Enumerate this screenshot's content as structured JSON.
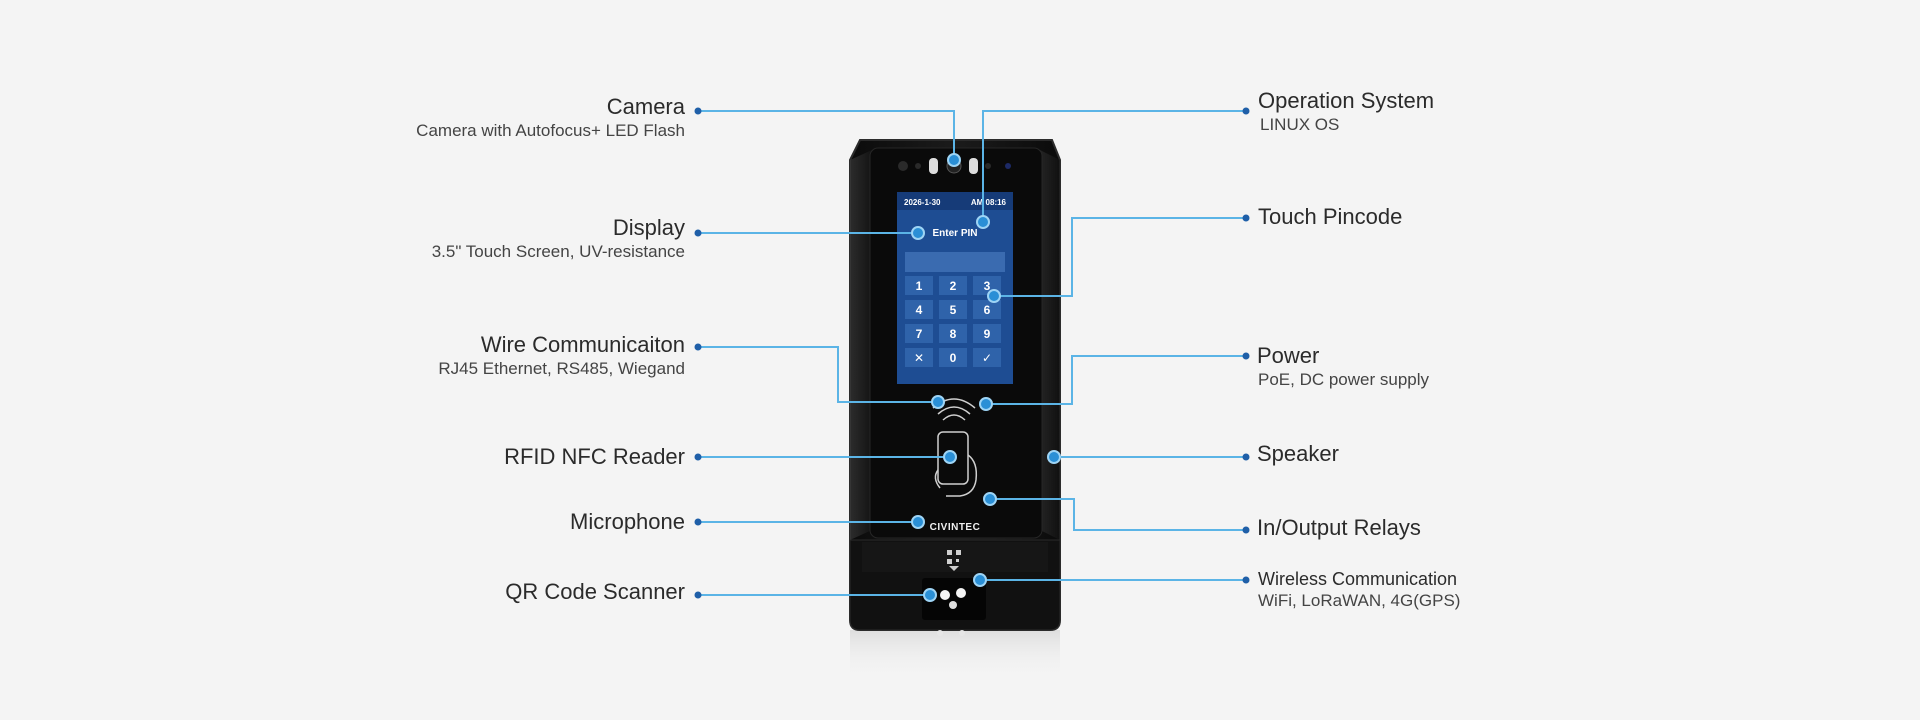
{
  "colors": {
    "line": "#5bb4e6",
    "dot": "#1f5fa8",
    "device": "#141414",
    "screen": "#1e4d93"
  },
  "screen": {
    "date": "2026-1-30",
    "time": "AM 08:16",
    "prompt": "Enter PIN",
    "keys": [
      "1",
      "2",
      "3",
      "4",
      "5",
      "6",
      "7",
      "8",
      "9",
      "✕",
      "0",
      "✓"
    ]
  },
  "brand": "CIVINTEC",
  "callouts": {
    "camera": {
      "title": "Camera",
      "subtitle": "Camera with Autofocus+ LED Flash"
    },
    "display": {
      "title": "Display",
      "subtitle": "3.5\" Touch Screen, UV-resistance"
    },
    "wire": {
      "title": "Wire Communicaiton",
      "subtitle": "RJ45 Ethernet, RS485, Wiegand"
    },
    "rfid": {
      "title": "RFID NFC Reader"
    },
    "microphone": {
      "title": "Microphone"
    },
    "qr": {
      "title": "QR Code Scanner"
    },
    "os": {
      "title": "Operation System",
      "subtitle": "LINUX OS"
    },
    "pincode": {
      "title": "Touch Pincode"
    },
    "power": {
      "title": "Power",
      "subtitle": "PoE, DC power supply"
    },
    "speaker": {
      "title": "Speaker"
    },
    "relays": {
      "title": "In/Output Relays"
    },
    "wireless": {
      "title": "Wireless Communication",
      "subtitle": "WiFi, LoRaWAN, 4G(GPS)"
    }
  }
}
